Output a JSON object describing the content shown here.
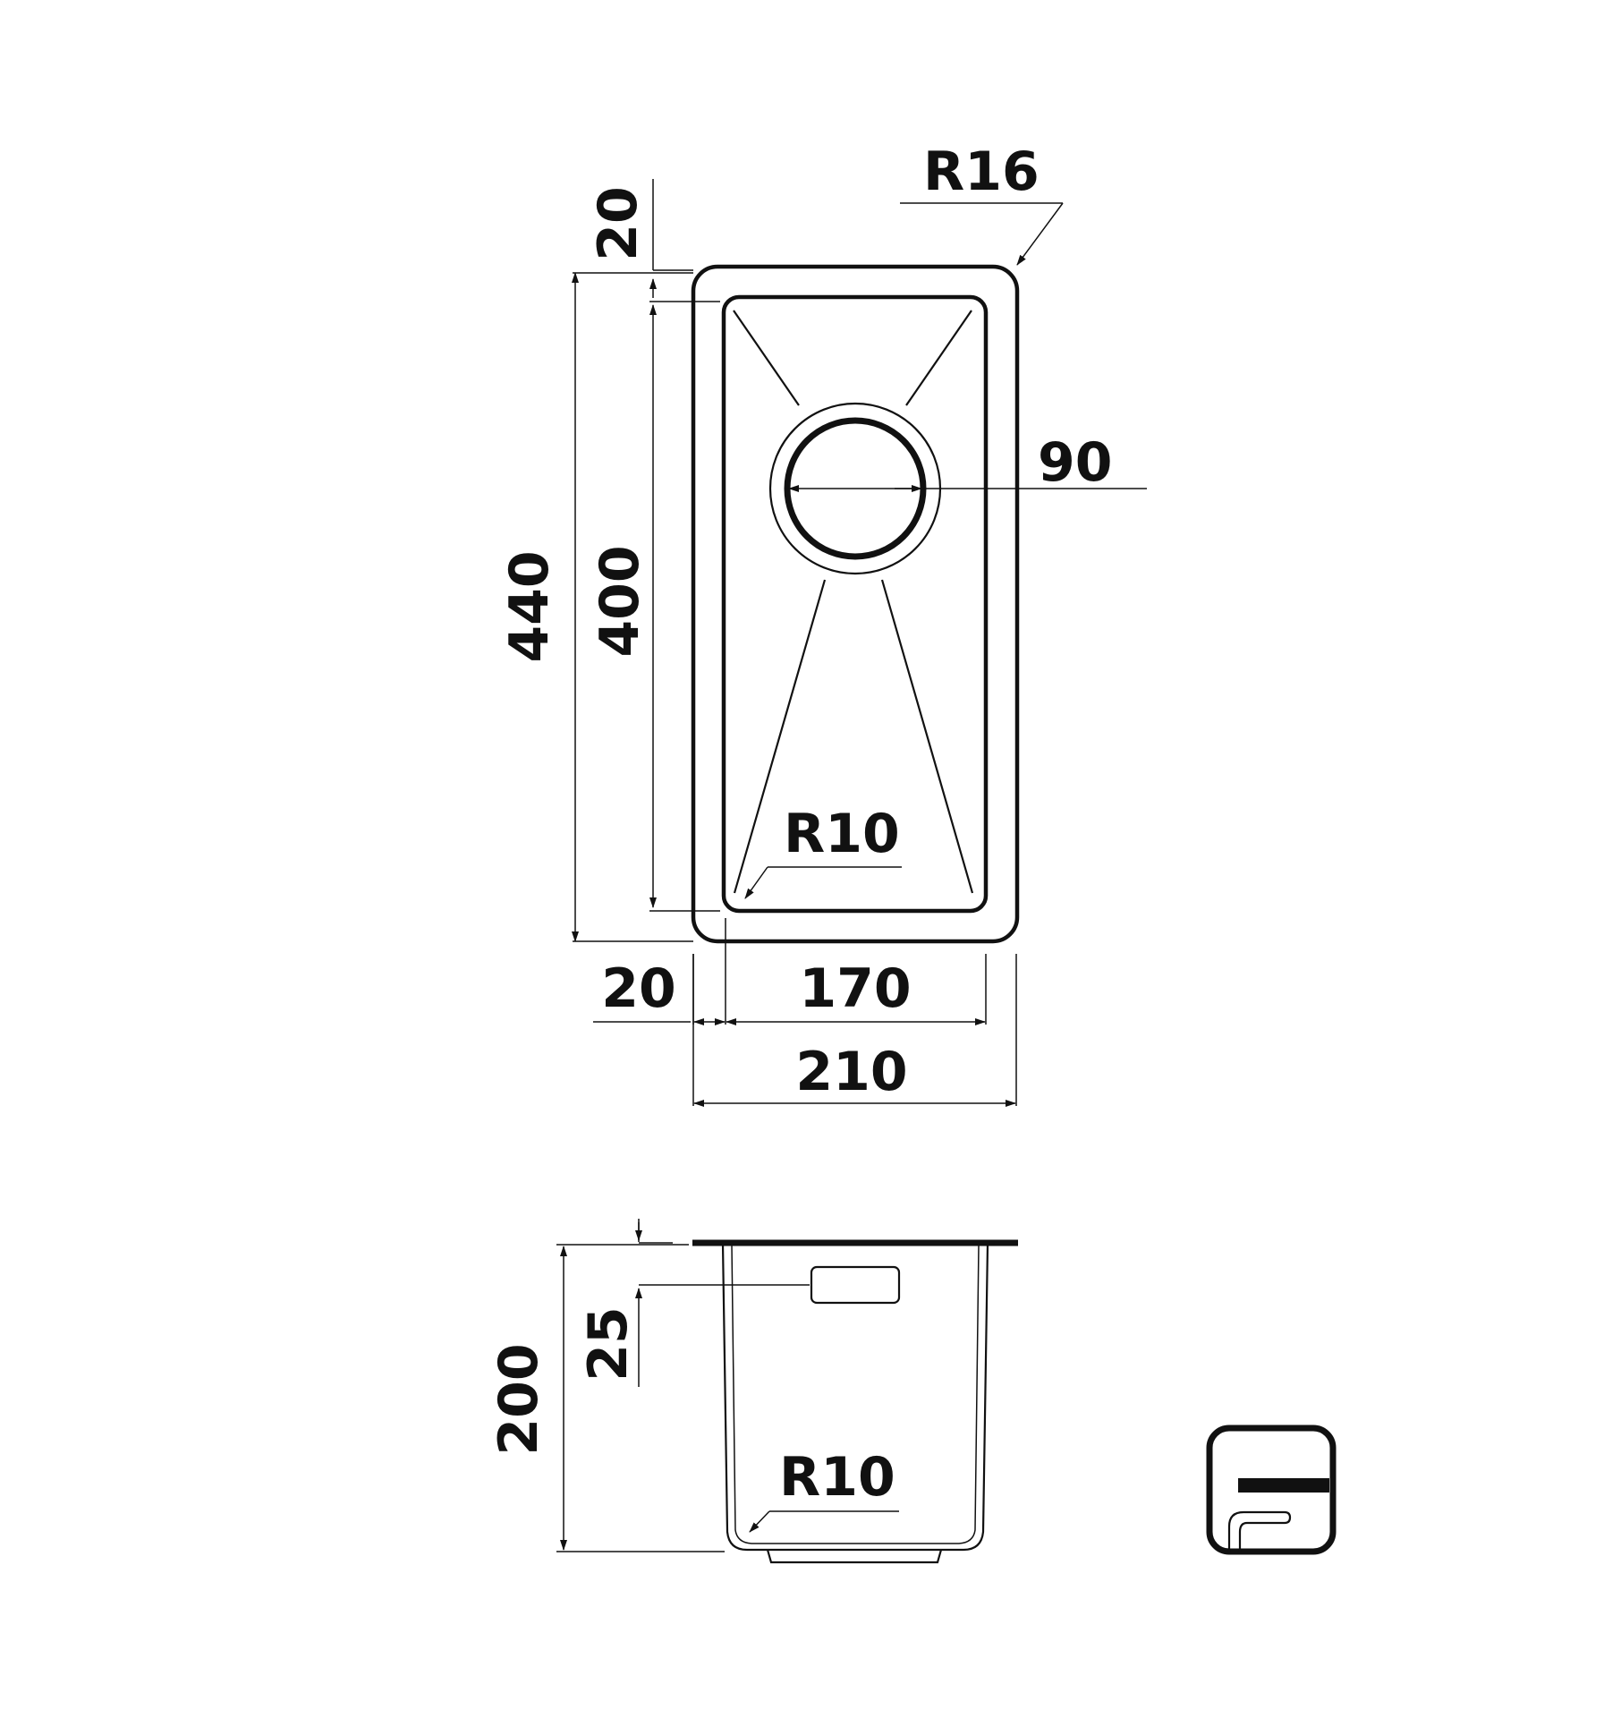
{
  "top_view": {
    "labels": {
      "radius_outer": "R16",
      "flange_top": "20",
      "overall_length": "440",
      "bowl_length": "400",
      "waste_diameter": "90",
      "radius_inner": "R10",
      "flange_side": "20",
      "bowl_width": "170",
      "overall_width": "210"
    }
  },
  "side_view": {
    "labels": {
      "depth": "200",
      "overflow_offset": "25",
      "radius_bottom": "R10"
    }
  },
  "install_icon": {
    "name": "undermount-install-icon"
  }
}
